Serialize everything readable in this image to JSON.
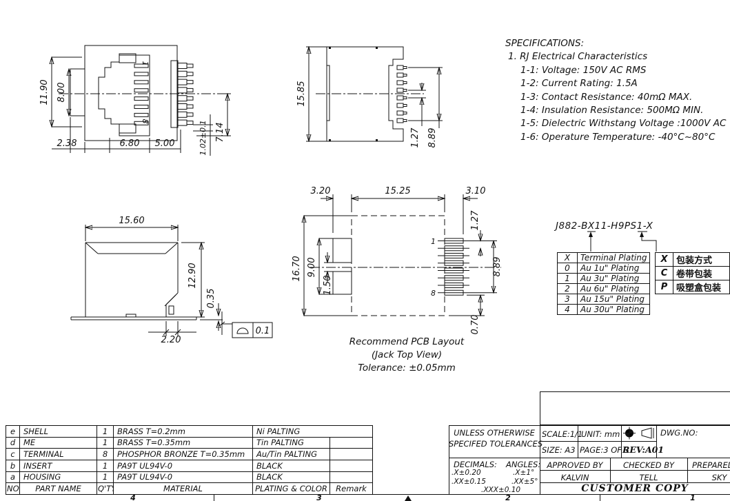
{
  "views": {
    "front": {
      "overall_height": "11.90",
      "opening_height": "8.00",
      "left_offset": "2.38",
      "opening_width": "6.80",
      "pin_depth": "5.00",
      "pin_offset": "1.02±0.1",
      "pin_length": "7.14",
      "first_pin": "1",
      "last_pin": "8"
    },
    "side": {
      "overall_height": "15.85",
      "pin_pitch": "1.27",
      "pin_span": "8.89"
    },
    "profile": {
      "overall_width": "15.60",
      "overall_height": "12.90",
      "standoff": "0.35",
      "tail_width": "2.20",
      "flatness": "0.1"
    },
    "pcb": {
      "pad_margin_left": "3.20",
      "body_width": "15.25",
      "pad_margin_right": "3.10",
      "outline_height": "16.70",
      "slot_height": "9.00",
      "slot_width": "1.50",
      "pad_pitch": "1.27",
      "pad_span": "8.89",
      "pad_offset": "0.70",
      "first_pad": "1",
      "last_pad": "8",
      "caption_line1": "Recommend PCB Layout",
      "caption_line2": "(Jack Top View)",
      "caption_line3": "Tolerance: ±0.05mm"
    }
  },
  "specifications": {
    "title": "SPECIFICATIONS:",
    "section": "1. RJ Electrical Characteristics",
    "items": [
      "1-1: Voltage: 150V AC RMS",
      "1-2: Current Rating: 1.5A",
      "1-3: Contact Resistance: 40mΩ MAX.",
      "1-4: Insulation Resistance: 500MΩ MIN.",
      "1-5: Dielectric Withstang Voltage :1000V AC",
      "1-6: Operature Temperature: -40°C~80°C"
    ]
  },
  "part_number": "J882-BX11-H9PS1-X",
  "plating_table": {
    "rows": [
      [
        "X",
        "Terminal Plating"
      ],
      [
        "0",
        "Au 1u\" Plating"
      ],
      [
        "1",
        "Au 3u\" Plating"
      ],
      [
        "2",
        "Au 6u\" Plating"
      ],
      [
        "3",
        "Au 15u\" Plating"
      ],
      [
        "4",
        "Au 30u\" Plating"
      ]
    ]
  },
  "packaging_table": {
    "rows": [
      [
        "X",
        "包装方式"
      ],
      [
        "C",
        "卷带包装"
      ],
      [
        "P",
        "吸塑盒包装"
      ]
    ]
  },
  "bom": {
    "headers": {
      "no": "NO.",
      "name": "PART NAME",
      "qty": "Q'TY",
      "material": "MATERIAL",
      "plating": "PLATING & COLOR",
      "remark": "Remark"
    },
    "rows": [
      {
        "no": "e",
        "name": "SHELL",
        "qty": "1",
        "material": "BRASS T=0.2mm",
        "plating": "Ni PALTING",
        "remark": "",
        "plating_class": "nr"
      },
      {
        "no": "d",
        "name": "ME",
        "qty": "1",
        "material": "BRASS T=0.35mm",
        "plating": "Tin PALTING",
        "remark": "",
        "plating_class": ""
      },
      {
        "no": "c",
        "name": "TERMINAL",
        "qty": "8",
        "material": "PHOSPHOR BRONZE T=0.35mm",
        "plating": "Au/Tin PALTING",
        "remark": "",
        "plating_class": ""
      },
      {
        "no": "b",
        "name": "INSERT",
        "qty": "1",
        "material": "PA9T UL94V-0",
        "plating": "BLACK",
        "remark": "",
        "plating_class": ""
      },
      {
        "no": "a",
        "name": "HOUSING",
        "qty": "1",
        "material": "PA9T UL94V-0",
        "plating": "BLACK",
        "remark": "",
        "plating_class": ""
      }
    ]
  },
  "title_block": {
    "tolerance_note_1": "UNLESS OTHERWISE",
    "tolerance_note_2": "SPECIFED TOLERANCES",
    "scale": "SCALE:1/1",
    "unit": "UNIT: mm",
    "size": "SIZE: A3",
    "page": "PAGE:3 OF 3",
    "rev": "REV:A01",
    "dwg_no": "DWG.NO:",
    "decimals_label": "DECIMALS:",
    "angles_label": "ANGLES:",
    "dec_1": ".X±0.20",
    "ang_1": ".X±1°",
    "dec_2": ".XX±0.15",
    "ang_2": ".XX±5°",
    "dec_3": ".XXX±0.10",
    "approved_label": "APPROVED BY",
    "checked_label": "CHECKED BY",
    "prepared_label": "PREPARED BY",
    "approved_by": "KALVIN",
    "checked_by": "TELL",
    "prepared_by": "SKY",
    "copy_type": "CUSTOMER COPY"
  },
  "zones": {
    "z4": "4",
    "z3": "3",
    "z2": "2",
    "z1": "1"
  },
  "colors": {
    "line": "#111111",
    "background": "#ffffff"
  }
}
